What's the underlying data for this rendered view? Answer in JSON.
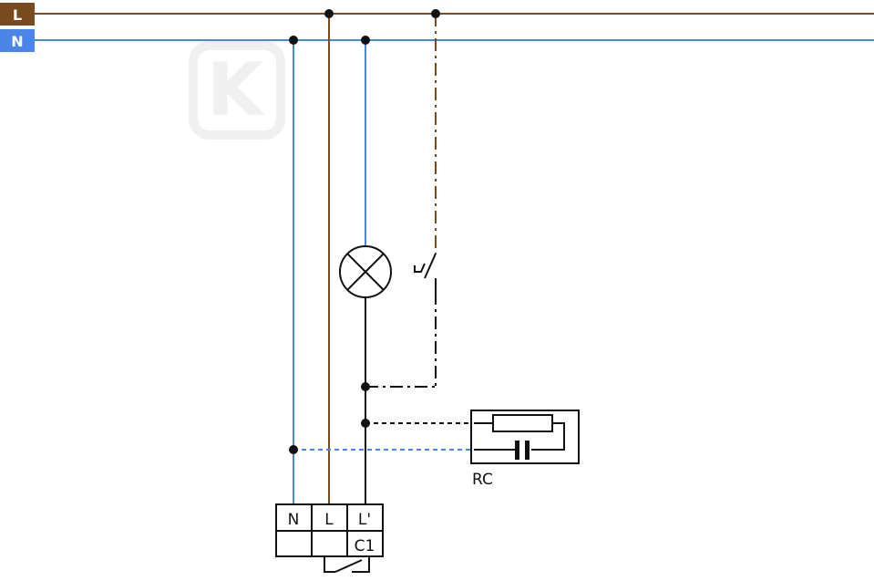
{
  "colors": {
    "line": "#7a4a1f",
    "neutral": "#4a86e8",
    "wire": "#111111",
    "logo": "#f0f0f0"
  },
  "badges": {
    "line": "L",
    "neutral": "N"
  },
  "logo": {
    "letter": "K"
  },
  "terminal_block": {
    "top": [
      "N",
      "L",
      "L'"
    ],
    "bottom": [
      "",
      "",
      "C1"
    ]
  },
  "rc_module": {
    "label": "RC"
  }
}
